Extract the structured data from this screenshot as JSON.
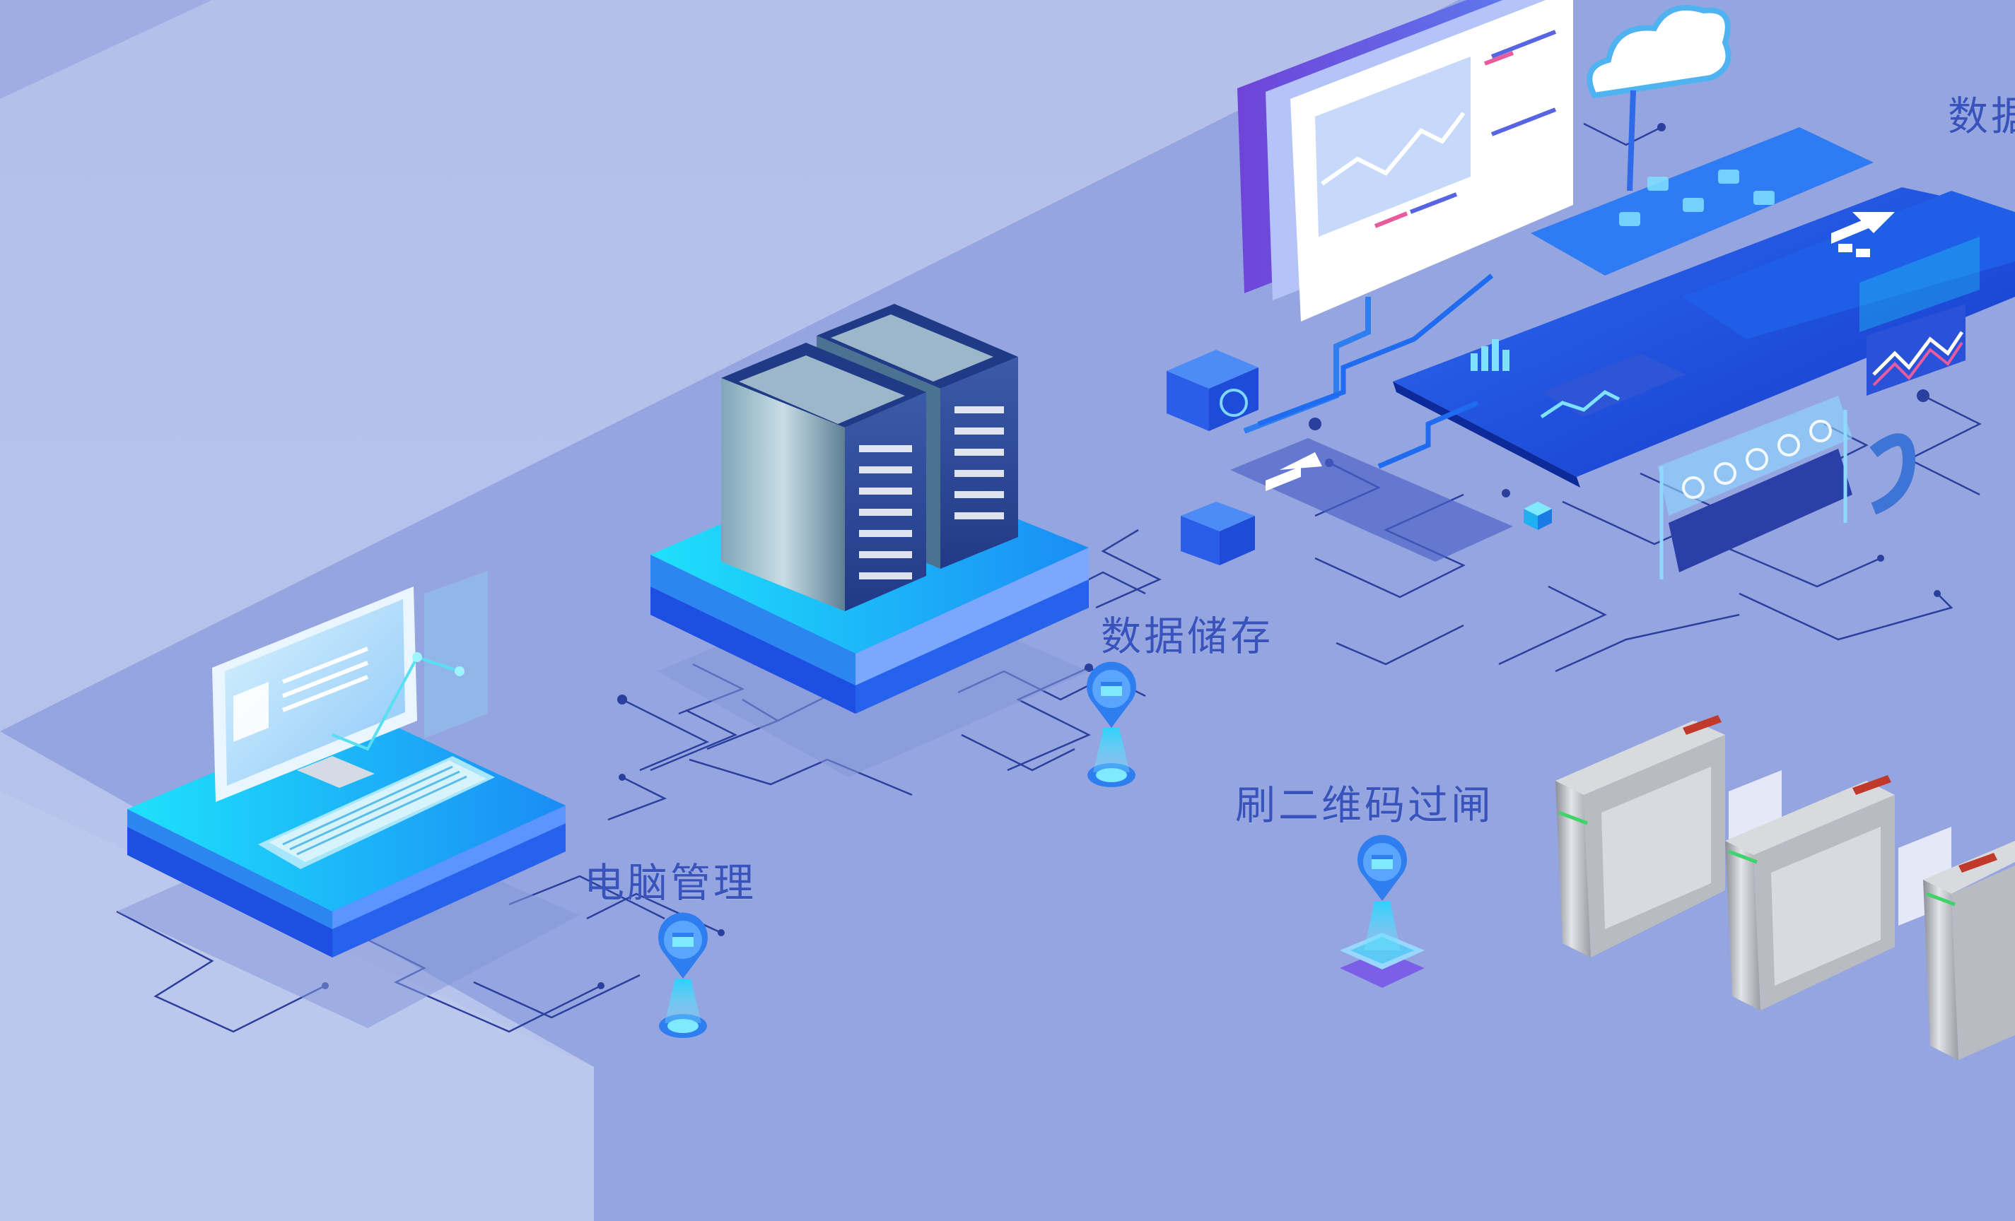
{
  "labels": {
    "computer": "电脑管理",
    "storage": "数据储存",
    "gate": "刷二维码过闸",
    "cut_off": "数据"
  },
  "colors": {
    "background": "#b3bfe9",
    "floor": "#95a5e0",
    "circuit_line": "#2a3f9e",
    "label_text": "#3953bd",
    "accent_cyan": "#1fd0f5",
    "accent_blue": "#1a5ae6"
  },
  "icons": {
    "computer": "desktop-computer-icon",
    "storage": "server-tower-icon",
    "gate": "turnstile-gate-icon",
    "cloud": "cloud-icon",
    "pin": "map-pin-icon"
  }
}
